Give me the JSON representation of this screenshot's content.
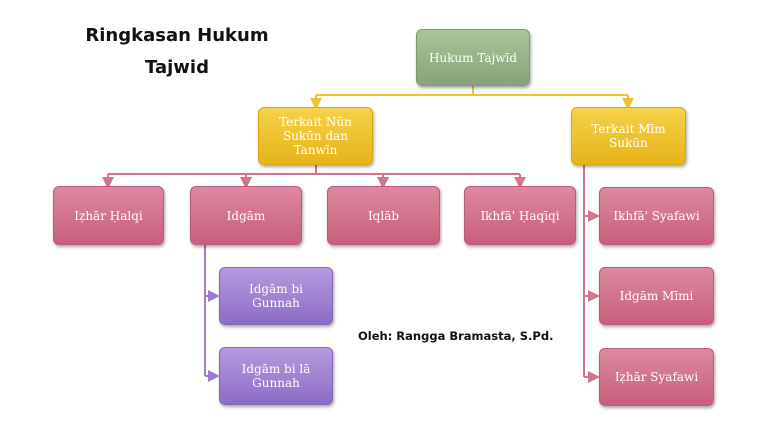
{
  "title_line1": "Ringkasan Hukum",
  "title_line2": "Tajwid",
  "credit": "Oleh: Rangga Bramasta, S.Pd.",
  "colors": {
    "root": "#96b287",
    "category": "#efc431",
    "rule": "#d27391",
    "sub_rule": "#a283d2",
    "connector_gold": "#f0c230",
    "connector_pink": "#d27391",
    "connector_purple": "#9b7cd2"
  },
  "nodes": {
    "root": "Hukum Tajwīd",
    "nun_sukun": "Terkait Nūn Sukūn dan Tanwīn",
    "mim_sukun": "Terkait Mīm Sukūn",
    "izhar_halqi": "Iẓhār Ḥalqi",
    "idgham": "Idgām",
    "iqlab": "Iqlāb",
    "ikhfa_haqiqi": "Ikhfā' Ḥaqīqi",
    "idgham_bi_gunnah": "Idgām bi Gunnah",
    "idgham_bi_la_gunnah": "Idgām bi lā Gunnah",
    "ikhfa_syafawi": "Ikhfā' Syafawi",
    "idgham_mimi": "Idgām Mīmi",
    "izhar_syafawi": "Iẓhār Syafawi"
  }
}
